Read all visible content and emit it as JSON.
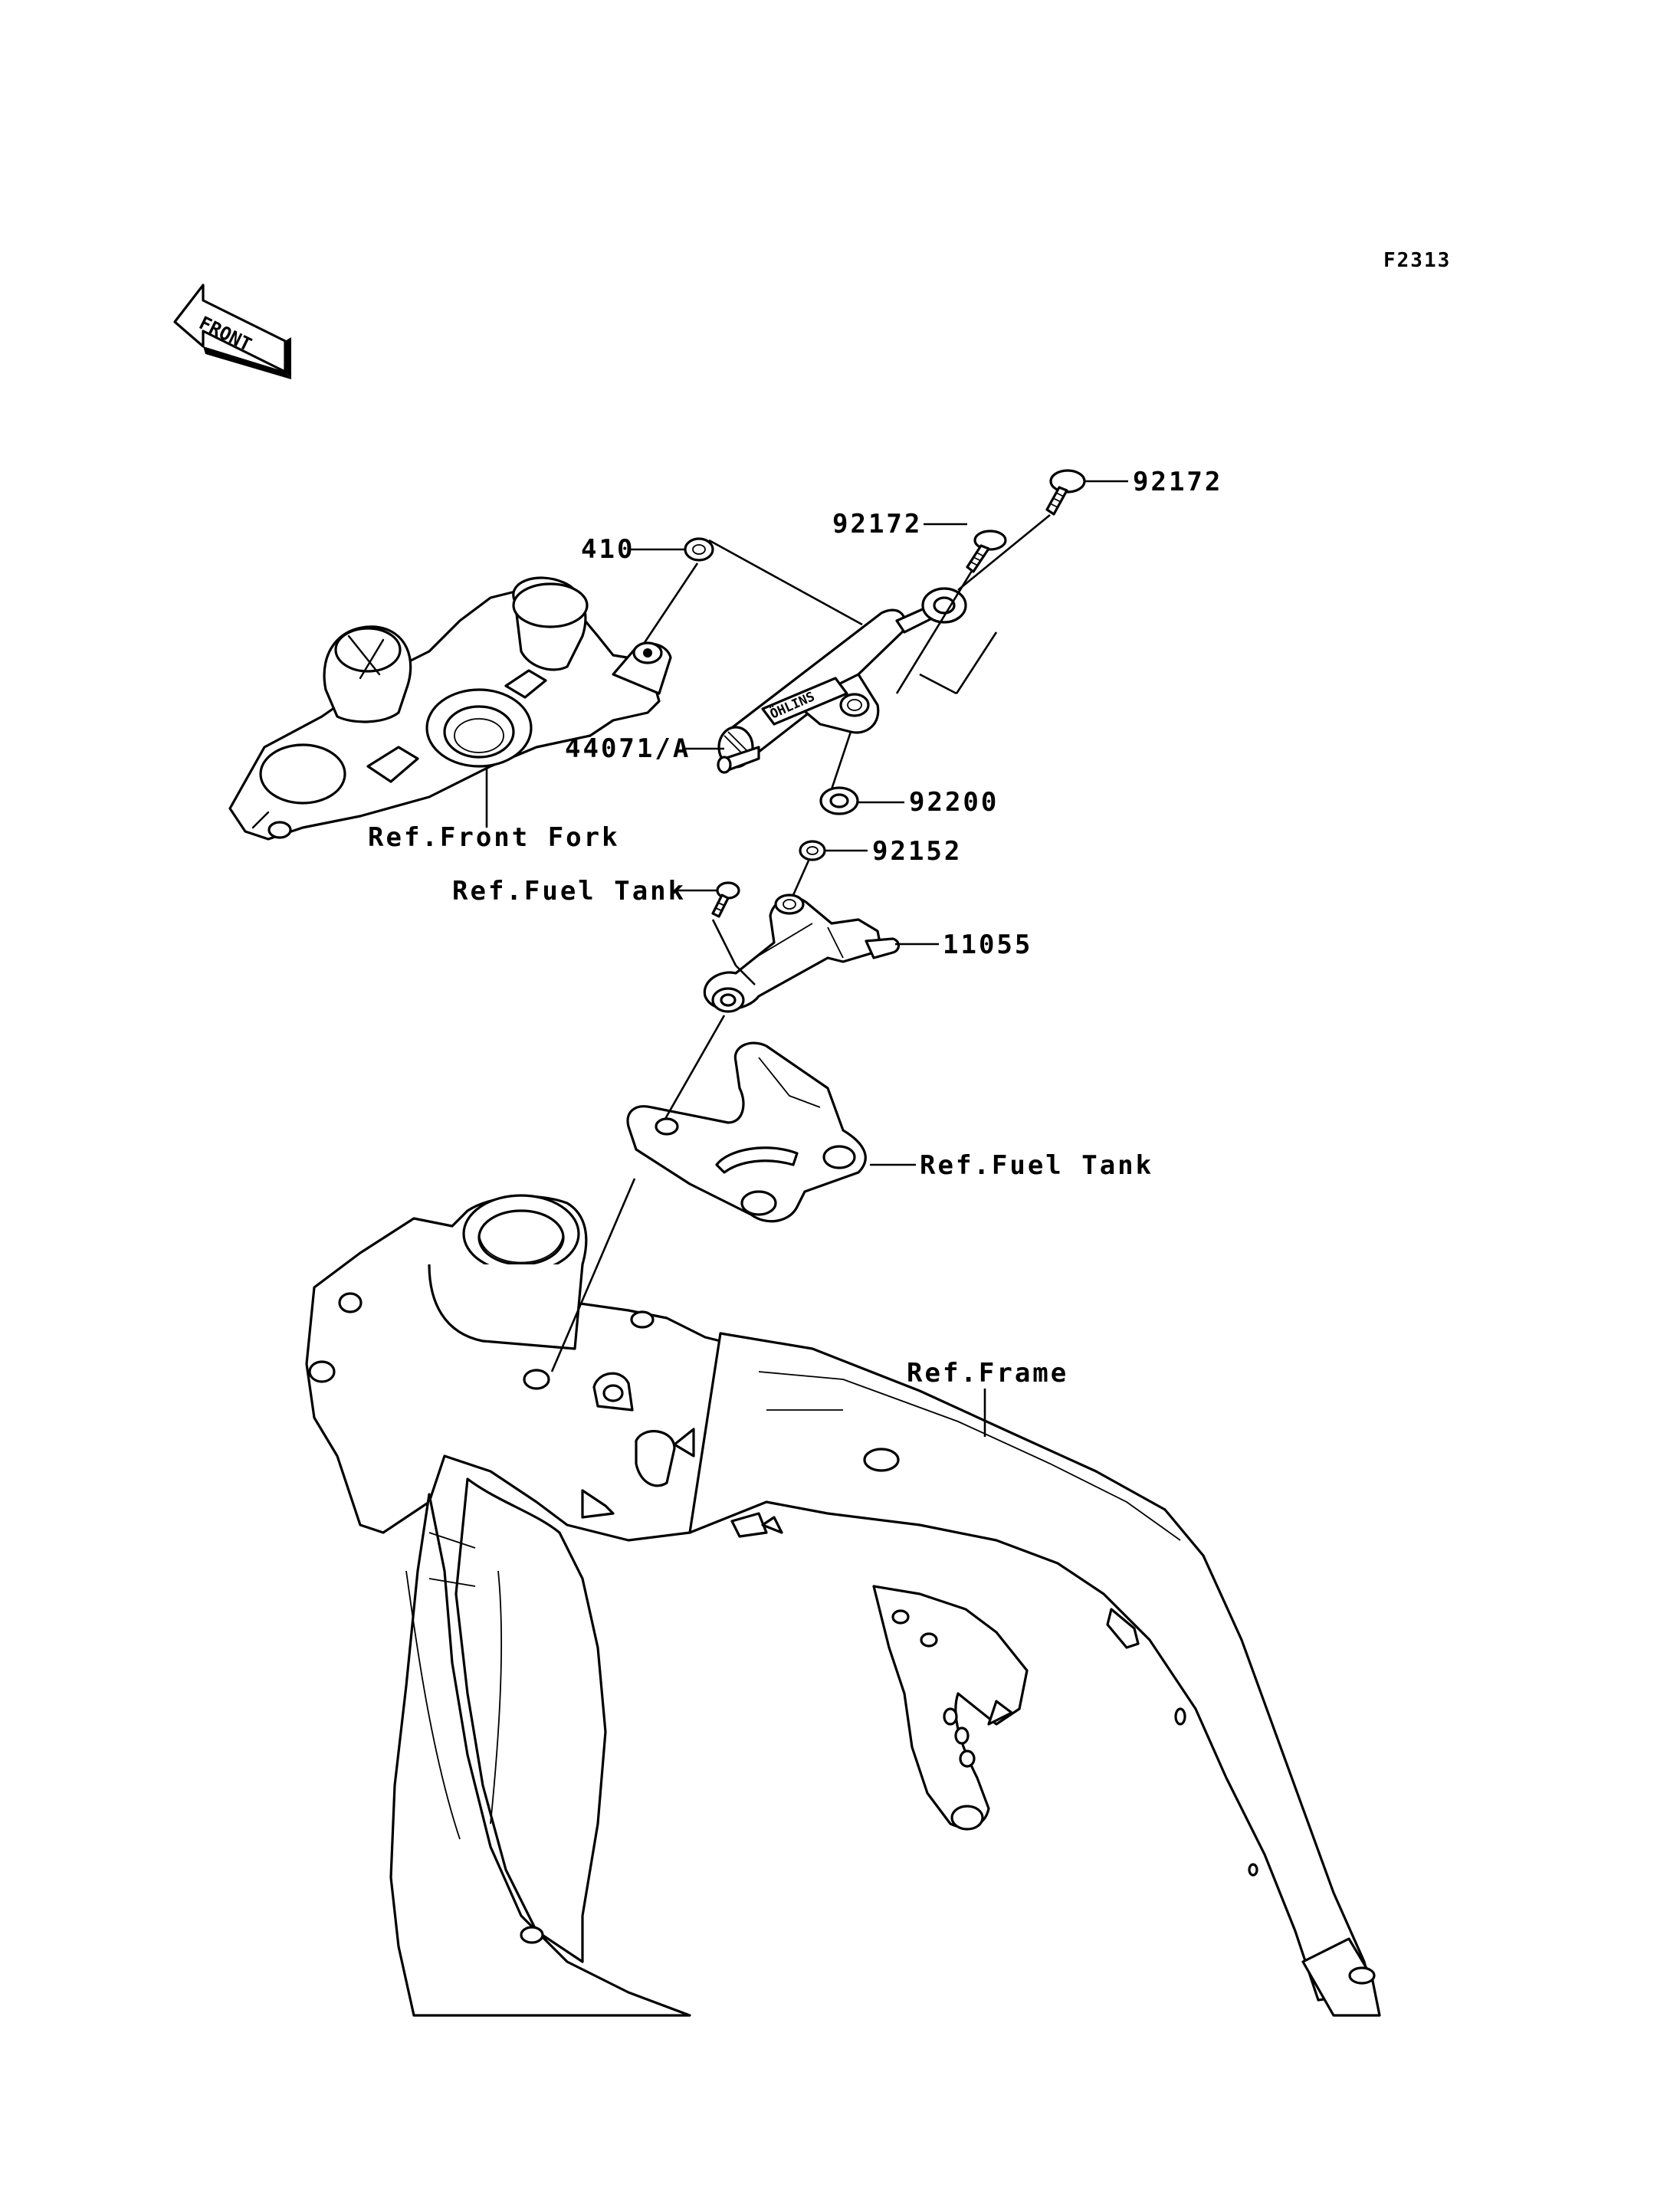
{
  "figure_id": "F2313",
  "front_arrow": {
    "text": "FRONT",
    "icon": "front-direction-arrow-icon"
  },
  "damper_brand": "ÖHLINS",
  "labels": {
    "p410": "410",
    "p92172_a": "92172",
    "p92172_b": "92172",
    "p44071": "44071/A",
    "p92200": "92200",
    "p92152": "92152",
    "p11055": "11055",
    "ref_front_fork": "Ref.Front Fork",
    "ref_fuel_tank_a": "Ref.Fuel Tank",
    "ref_fuel_tank_b": "Ref.Fuel Tank",
    "ref_frame": "Ref.Frame"
  }
}
